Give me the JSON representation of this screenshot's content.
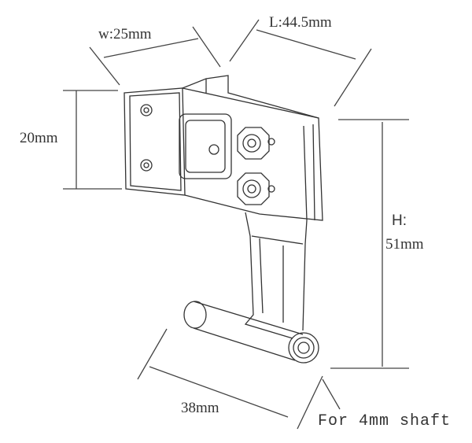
{
  "labels": {
    "width": "w:25mm",
    "length": "L:44.5mm",
    "height_plate": "20mm",
    "height_prefix": "H:",
    "height_value": "51mm",
    "shaft_length": "38mm",
    "shaft_note": "For 4mm shaft"
  },
  "colors": {
    "line": "#444444",
    "text": "#333333"
  }
}
